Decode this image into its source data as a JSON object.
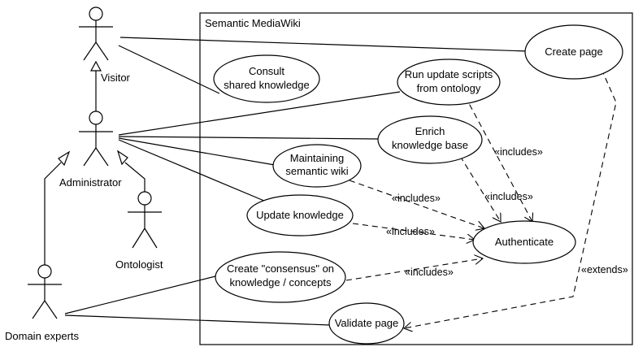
{
  "system": {
    "label": "Semantic MediaWiki"
  },
  "actors": {
    "visitor": {
      "label": "Visitor"
    },
    "administrator": {
      "label": "Administrator"
    },
    "ontologist": {
      "label": "Ontologist"
    },
    "domain_experts": {
      "label": "Domain experts"
    }
  },
  "use_cases": {
    "create_page": [
      "Create page"
    ],
    "consult": [
      "Consult",
      "shared knowledge"
    ],
    "run_update": [
      "Run update scripts",
      "from ontology"
    ],
    "enrich": [
      "Enrich",
      "knowledge base"
    ],
    "maintaining": [
      "Maintaining",
      "semantic wiki"
    ],
    "update_knowledge": [
      "Update knowledge"
    ],
    "authenticate": [
      "Authenticate"
    ],
    "create_consensus": [
      "Create \"consensus\" on",
      "knowledge / concepts"
    ],
    "validate_page": [
      "Validate page"
    ]
  },
  "relations": {
    "includes": "«includes»",
    "extends": "«extends»"
  }
}
